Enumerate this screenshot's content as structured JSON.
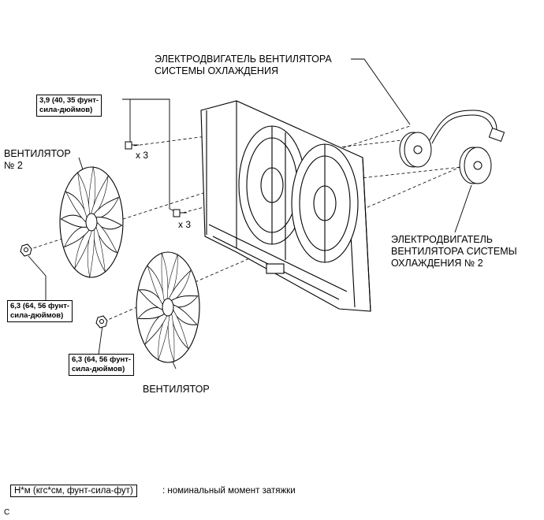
{
  "labels": {
    "motor1": [
      "ЭЛЕКТРОДВИГАТЕЛЬ ВЕНТИЛЯТОРА",
      "СИСТЕМЫ ОХЛАЖДЕНИЯ"
    ],
    "motor2": [
      "ЭЛЕКТРОДВИГАТЕЛЬ",
      "ВЕНТИЛЯТОРА СИСТЕМЫ",
      "ОХЛАЖДЕНИЯ № 2"
    ],
    "fan2": [
      "ВЕНТИЛЯТОР",
      "№ 2"
    ],
    "fan": "ВЕНТИЛЯТОР"
  },
  "torque": {
    "bolt": [
      "3,9 (40, 35 фунт-",
      "сила-дюймов)"
    ],
    "nut_fan2": [
      "6,3 (64, 56 фунт-",
      "сила-дюймов)"
    ],
    "nut_fan": [
      "6,3 (64, 56 фунт-",
      "сила-дюймов)"
    ]
  },
  "quantities": {
    "bolts_upper": "x 3",
    "bolts_lower": "x 3"
  },
  "legend": {
    "unit": "Н*м (кгс*см, фунт-сила-фут)",
    "description": ": номинальный момент затяжки"
  },
  "figure_code": "C"
}
